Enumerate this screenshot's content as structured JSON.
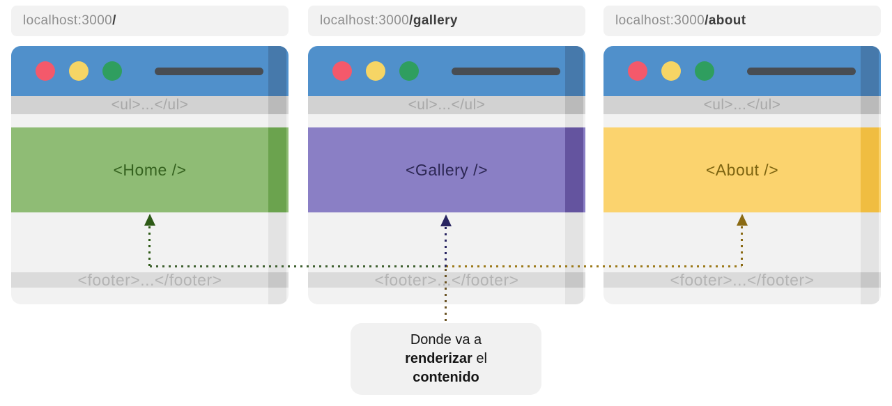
{
  "panels": [
    {
      "url_base": "localhost:3000",
      "url_path": "/",
      "nav_label": "<ul>...</ul>",
      "component_label": "<Home />",
      "footer_label": "<footer>...</footer>",
      "colors": {
        "content": "#8fbc75",
        "content_scrollbar": "#6ba34e",
        "component_text": "#35621f",
        "arrow": "#2d5a16"
      }
    },
    {
      "url_base": "localhost:3000",
      "url_path": "/gallery",
      "nav_label": "<ul>...</ul>",
      "component_label": "<Gallery />",
      "footer_label": "<footer>...</footer>",
      "colors": {
        "content": "#8a7fc5",
        "content_scrollbar": "#64549f",
        "component_text": "#2c2753",
        "arrow": "#292561"
      }
    },
    {
      "url_base": "localhost:3000",
      "url_path": "/about",
      "nav_label": "<ul>...</ul>",
      "component_label": "<About />",
      "footer_label": "<footer>...</footer>",
      "colors": {
        "content": "#fbd36e",
        "content_scrollbar": "#f0bd41",
        "component_text": "#7d6410",
        "arrow": "#8a6a14"
      }
    }
  ],
  "browser_chrome": {
    "colors": {
      "header": "#5090cb",
      "header_scrollbar": "#4679ab",
      "dot_red": "#f4596b",
      "dot_yellow": "#f6d565",
      "dot_green": "#2f9e5f",
      "address_pill": "#484d53",
      "nav_band": "#d2d2d2",
      "nav_scrollbar": "#bababa",
      "body": "#f2f2f2",
      "body_scrollbar": "#e3e3e3",
      "footer_band": "#dbdbdb",
      "footer_scrollbar": "#c7c7c7"
    }
  },
  "connectors": {
    "home_segment_color": "#3f6030",
    "about_segment_color": "#9c7a1a",
    "gallery_to_callout_color": "#6b5425"
  },
  "callout": {
    "line1": "Donde va a",
    "line2_bold": "renderizar",
    "line2_rest": " el",
    "line3": "contenido"
  }
}
